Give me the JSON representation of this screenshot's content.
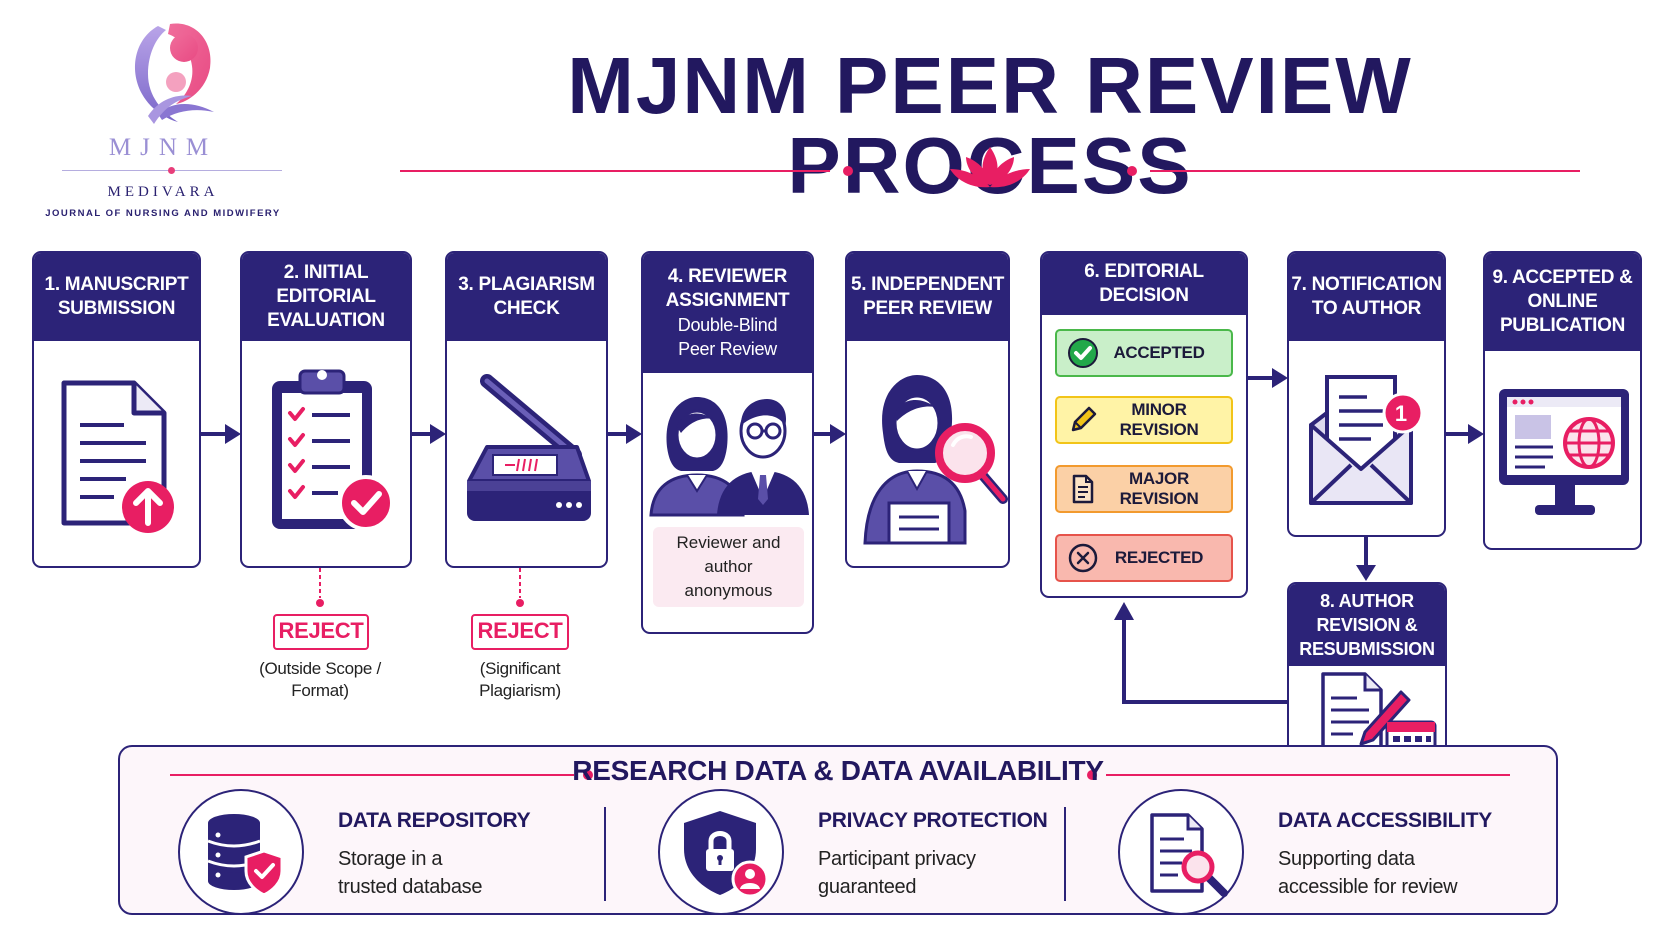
{
  "logo": {
    "mark_text": "MJNM",
    "name": "MEDIVARA",
    "subtitle": "JOURNAL OF NURSING AND MIDWIFERY"
  },
  "title": "MJNM PEER REVIEW PROCESS",
  "colors": {
    "navy": "#2c2378",
    "pink": "#e81e63",
    "accepted": "#22a84a",
    "minor": "#f2c418",
    "major": "#f29a2e",
    "rejected": "#e6534b"
  },
  "steps": [
    {
      "title": "1. MANUSCRIPT SUBMISSION",
      "icon": "document-upload-icon"
    },
    {
      "title": "2. INITIAL EDITORIAL EVALUATION",
      "icon": "clipboard-checklist-icon"
    },
    {
      "title": "3. PLAGIARISM CHECK",
      "icon": "scanner-icon"
    },
    {
      "title": "4. REVIEWER ASSIGNMENT",
      "subtitle": "Double-Blind Peer Review",
      "note": "Reviewer and author anonymous",
      "icon": "reviewers-icon"
    },
    {
      "title": "5. INDEPENDENT PEER REVIEW",
      "icon": "reviewer-magnifier-icon"
    },
    {
      "title": "6. EDITORIAL DECISION",
      "icon": "decision-list-icon"
    },
    {
      "title": "7. NOTIFICATION TO AUTHOR",
      "icon": "envelope-notification-icon",
      "badge": "1"
    },
    {
      "title": "8. AUTHOR REVISION & RESUBMISSION",
      "icon": "edit-document-calendar-icon"
    },
    {
      "title": "9. ACCEPTED & ONLINE PUBLICATION",
      "icon": "monitor-globe-icon"
    }
  ],
  "decisions": [
    {
      "label": "ACCEPTED",
      "icon": "check-circle-icon"
    },
    {
      "label": "MINOR REVISION",
      "icon": "pencil-icon"
    },
    {
      "label": "MAJOR REVISION",
      "icon": "document-icon"
    },
    {
      "label": "REJECTED",
      "icon": "x-circle-icon"
    }
  ],
  "rejects": [
    {
      "label": "REJECT",
      "note_line1": "(Outside Scope /",
      "note_line2": "Format)"
    },
    {
      "label": "REJECT",
      "note_line1": "(Significant",
      "note_line2": "Plagiarism)"
    }
  ],
  "data_section": {
    "title": "RESEARCH DATA & DATA AVAILABILITY",
    "items": [
      {
        "title": "DATA REPOSITORY",
        "line1": "Storage in a",
        "line2": "trusted database",
        "icon": "database-shield-icon"
      },
      {
        "title": "PRIVACY PROTECTION",
        "line1": "Participant privacy",
        "line2": "guaranteed",
        "icon": "shield-lock-icon"
      },
      {
        "title": "DATA ACCESSIBILITY",
        "line1": "Supporting data",
        "line2": "accessible for review",
        "icon": "document-search-icon"
      }
    ]
  }
}
